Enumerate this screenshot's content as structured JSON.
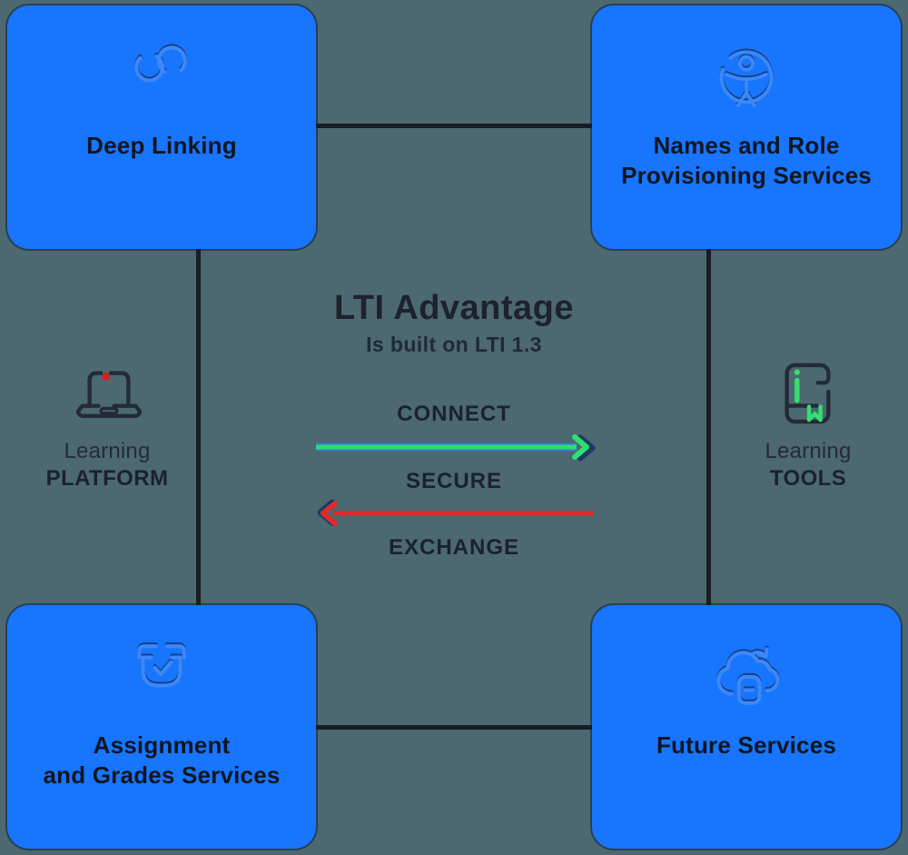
{
  "diagram": {
    "center": {
      "title": "LTI Advantage",
      "subtitle": "Is built on LTI 1.3",
      "connect": "CONNECT",
      "secure": "SECURE",
      "exchange": "EXCHANGE"
    },
    "boxes": {
      "top_left": {
        "label": "Deep Linking",
        "icon": "chain-link-icon"
      },
      "top_right": {
        "line1": "Names and Role",
        "line2": "Provisioning Services",
        "icon": "accessibility-person-icon"
      },
      "bottom_left": {
        "line1": "Assignment",
        "line2": "and Grades Services",
        "icon": "archive-check-icon"
      },
      "bottom_right": {
        "label": "Future Services",
        "icon": "cloud-sync-icon"
      }
    },
    "sides": {
      "left": {
        "line1": "Learning",
        "line2": "PLATFORM",
        "icon": "laptop-icon"
      },
      "right": {
        "line1": "Learning",
        "line2": "TOOLS",
        "icon": "learning-tools-book-icon"
      }
    },
    "colors": {
      "background": "#4C6871",
      "box_blue": "#1775FE",
      "box_border": "rgba(12,30,60,0.55)",
      "connector": "#191D24",
      "arrow_green": "#2EE06F",
      "arrow_green_shadow": "#3878D8",
      "arrow_red": "#E02B2B",
      "arrow_outline": "#1C3B63",
      "icon_blue": "#3E87F6",
      "icon_dark": "#232B36",
      "accent_green": "#35E06E",
      "dot_red": "#D61F1F",
      "text_dark": "#10161F"
    }
  }
}
